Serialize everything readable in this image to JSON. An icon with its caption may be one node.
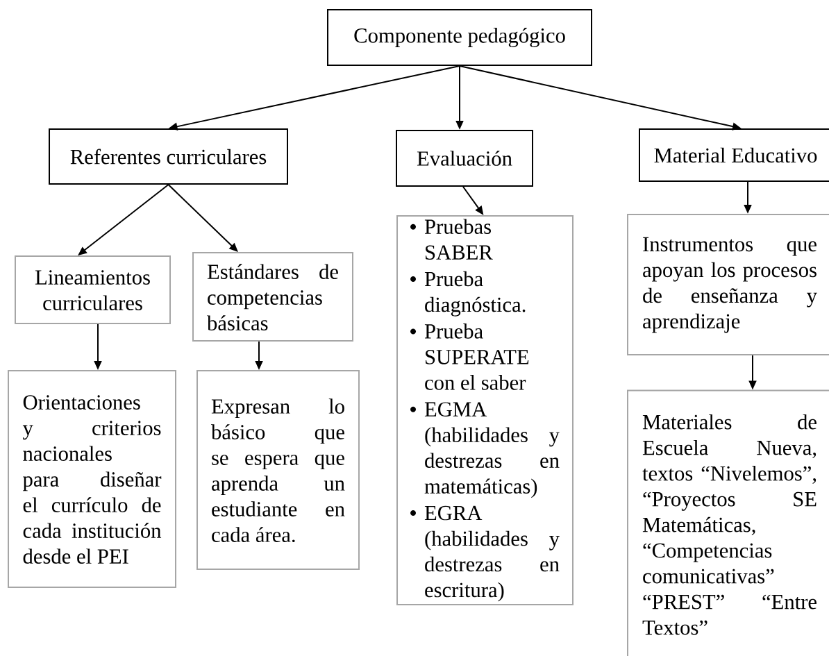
{
  "diagram": {
    "nodes": [
      {
        "text": [
          "Componente pedagógico"
        ]
      },
      {
        "text": [
          "Referentes curriculares"
        ]
      },
      {
        "text": [
          "Evaluación"
        ]
      },
      {
        "text": [
          "Material Educativo"
        ]
      },
      {
        "text": [
          "Lineamientos curriculares"
        ]
      },
      {
        "text": [
          "Estándares de competencias básicas"
        ]
      },
      {
        "text": [
          "Pruebas SABER",
          "Prueba diagnóstica.",
          "Prueba SUPERATE con el saber",
          "EGMA (habilidades y destrezas en matemáticas)",
          "EGRA (habilidades y destrezas en escritura)"
        ]
      },
      {
        "text": [
          "Instrumentos que apoyan los procesos de enseñanza y aprendizaje"
        ]
      },
      {
        "text": [
          "Orientaciones y criterios nacionales para diseñar el currículo de cada institución desde el PEI"
        ]
      },
      {
        "text": [
          "Expresan lo básico que se espera que aprenda un estudiante en cada área."
        ]
      },
      {
        "text": [
          "Materiales de Escuela Nueva, textos “Nivelemos”, “Proyectos SE Matemáticas, “Competencias comunicativas” “PREST” “Entre Textos”"
        ]
      }
    ],
    "edges": [
      {
        "from": 0,
        "to": 1,
        "arrow": "to"
      },
      {
        "from": 0,
        "to": 2,
        "arrow": "to"
      },
      {
        "from": 0,
        "to": 3,
        "arrow": "to"
      },
      {
        "from": 1,
        "to": 4,
        "arrow": "to"
      },
      {
        "from": 1,
        "to": 5,
        "arrow": "to"
      },
      {
        "from": 2,
        "to": 6,
        "arrow": "to"
      },
      {
        "from": 3,
        "to": 7,
        "arrow": "to"
      },
      {
        "from": 4,
        "to": 8,
        "arrow": "to"
      },
      {
        "from": 5,
        "to": 9,
        "arrow": "to"
      },
      {
        "from": 7,
        "to": 10,
        "arrow": "to"
      }
    ]
  }
}
